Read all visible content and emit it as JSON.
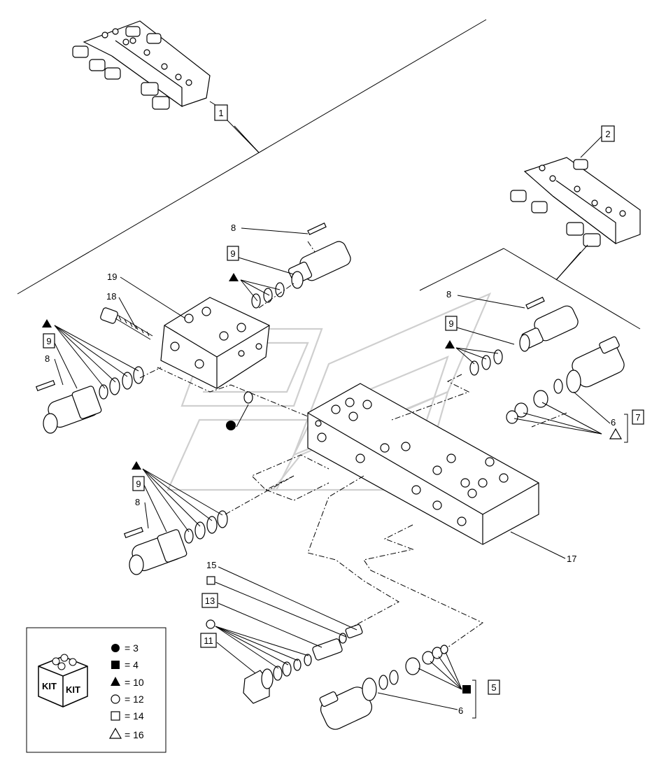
{
  "callouts": {
    "c1": "1",
    "c2": "2",
    "c5": "5",
    "c6a": "6",
    "c6b": "6",
    "c7": "7",
    "c8a": "8",
    "c8b": "8",
    "c8c": "8",
    "c8d": "8",
    "c9a": "9",
    "c9b": "9",
    "c9c": "9",
    "c9d": "9",
    "c11": "11",
    "c13": "13",
    "c15": "15",
    "c17": "17",
    "c18": "18",
    "c19": "19"
  },
  "legend": {
    "kit_label_1": "KIT",
    "kit_label_2": "KIT",
    "items": [
      {
        "symbol": "filled-circle",
        "text": "= 3"
      },
      {
        "symbol": "filled-square",
        "text": "= 4"
      },
      {
        "symbol": "filled-triangle",
        "text": "= 10"
      },
      {
        "symbol": "open-circle",
        "text": "= 12"
      },
      {
        "symbol": "open-square",
        "text": "= 14"
      },
      {
        "symbol": "open-triangle",
        "text": "= 16"
      }
    ]
  }
}
